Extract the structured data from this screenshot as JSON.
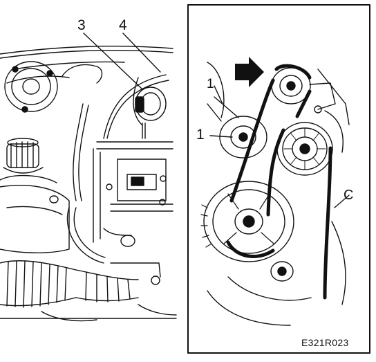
{
  "callouts": {
    "label_3": "3",
    "label_4": "4",
    "label_1_upper": "1",
    "label_1_lower": "1",
    "label_c": "C"
  },
  "figure_code": "E321R023",
  "colors": {
    "ink": "#111111",
    "paper": "#ffffff"
  }
}
